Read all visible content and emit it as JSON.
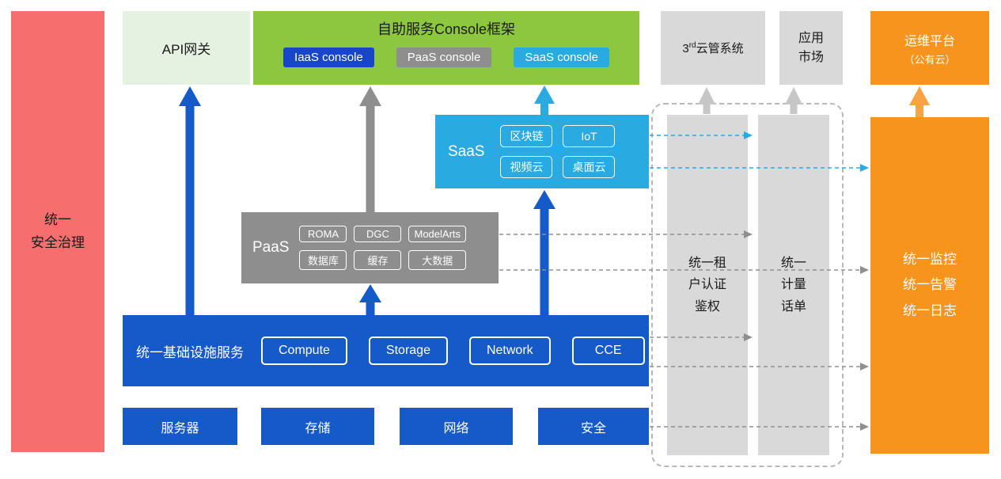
{
  "colors": {
    "blue": "#1659c8",
    "deep_blue": "#1746c8",
    "gray": "#8e8e8e",
    "light_gray": "#d9d9d9",
    "cyan": "#29abe2",
    "green": "#8dc63f",
    "pale_green": "#e5f1e1",
    "red": "#f76e6e",
    "orange": "#f7941e"
  },
  "security_bar": {
    "label": "统一\n安全治理"
  },
  "api_gateway": {
    "label": "API网关"
  },
  "console_frame": {
    "title": "自助服务Console框架",
    "iaas": "IaaS console",
    "paas": "PaaS console",
    "saas": "SaaS console"
  },
  "third_cloud": {
    "prefix": "3",
    "sup": "rd",
    "suffix": "云管系统"
  },
  "app_market": {
    "label": "应用\n市场"
  },
  "ops_platform": {
    "line1": "运维平台",
    "line2": "（公有云）"
  },
  "saas": {
    "label": "SaaS",
    "items": [
      "区块链",
      "IoT",
      "视频云",
      "桌面云"
    ]
  },
  "paas": {
    "label": "PaaS",
    "items": [
      "ROMA",
      "DGC",
      "ModelArts",
      "数据库",
      "缓存",
      "大数据"
    ]
  },
  "infrastructure": {
    "label": "统一基础设施服务",
    "items": [
      "Compute",
      "Storage",
      "Network",
      "CCE"
    ]
  },
  "resources": {
    "items": [
      "服务器",
      "存储",
      "网络",
      "安全"
    ]
  },
  "auth_bar": {
    "label": "统一租\n户认证\n鉴权"
  },
  "billing_bar": {
    "label": "统一\n计量\n话单"
  },
  "monitor_bar": {
    "label": "统一监控\n统一告警\n统一日志"
  }
}
